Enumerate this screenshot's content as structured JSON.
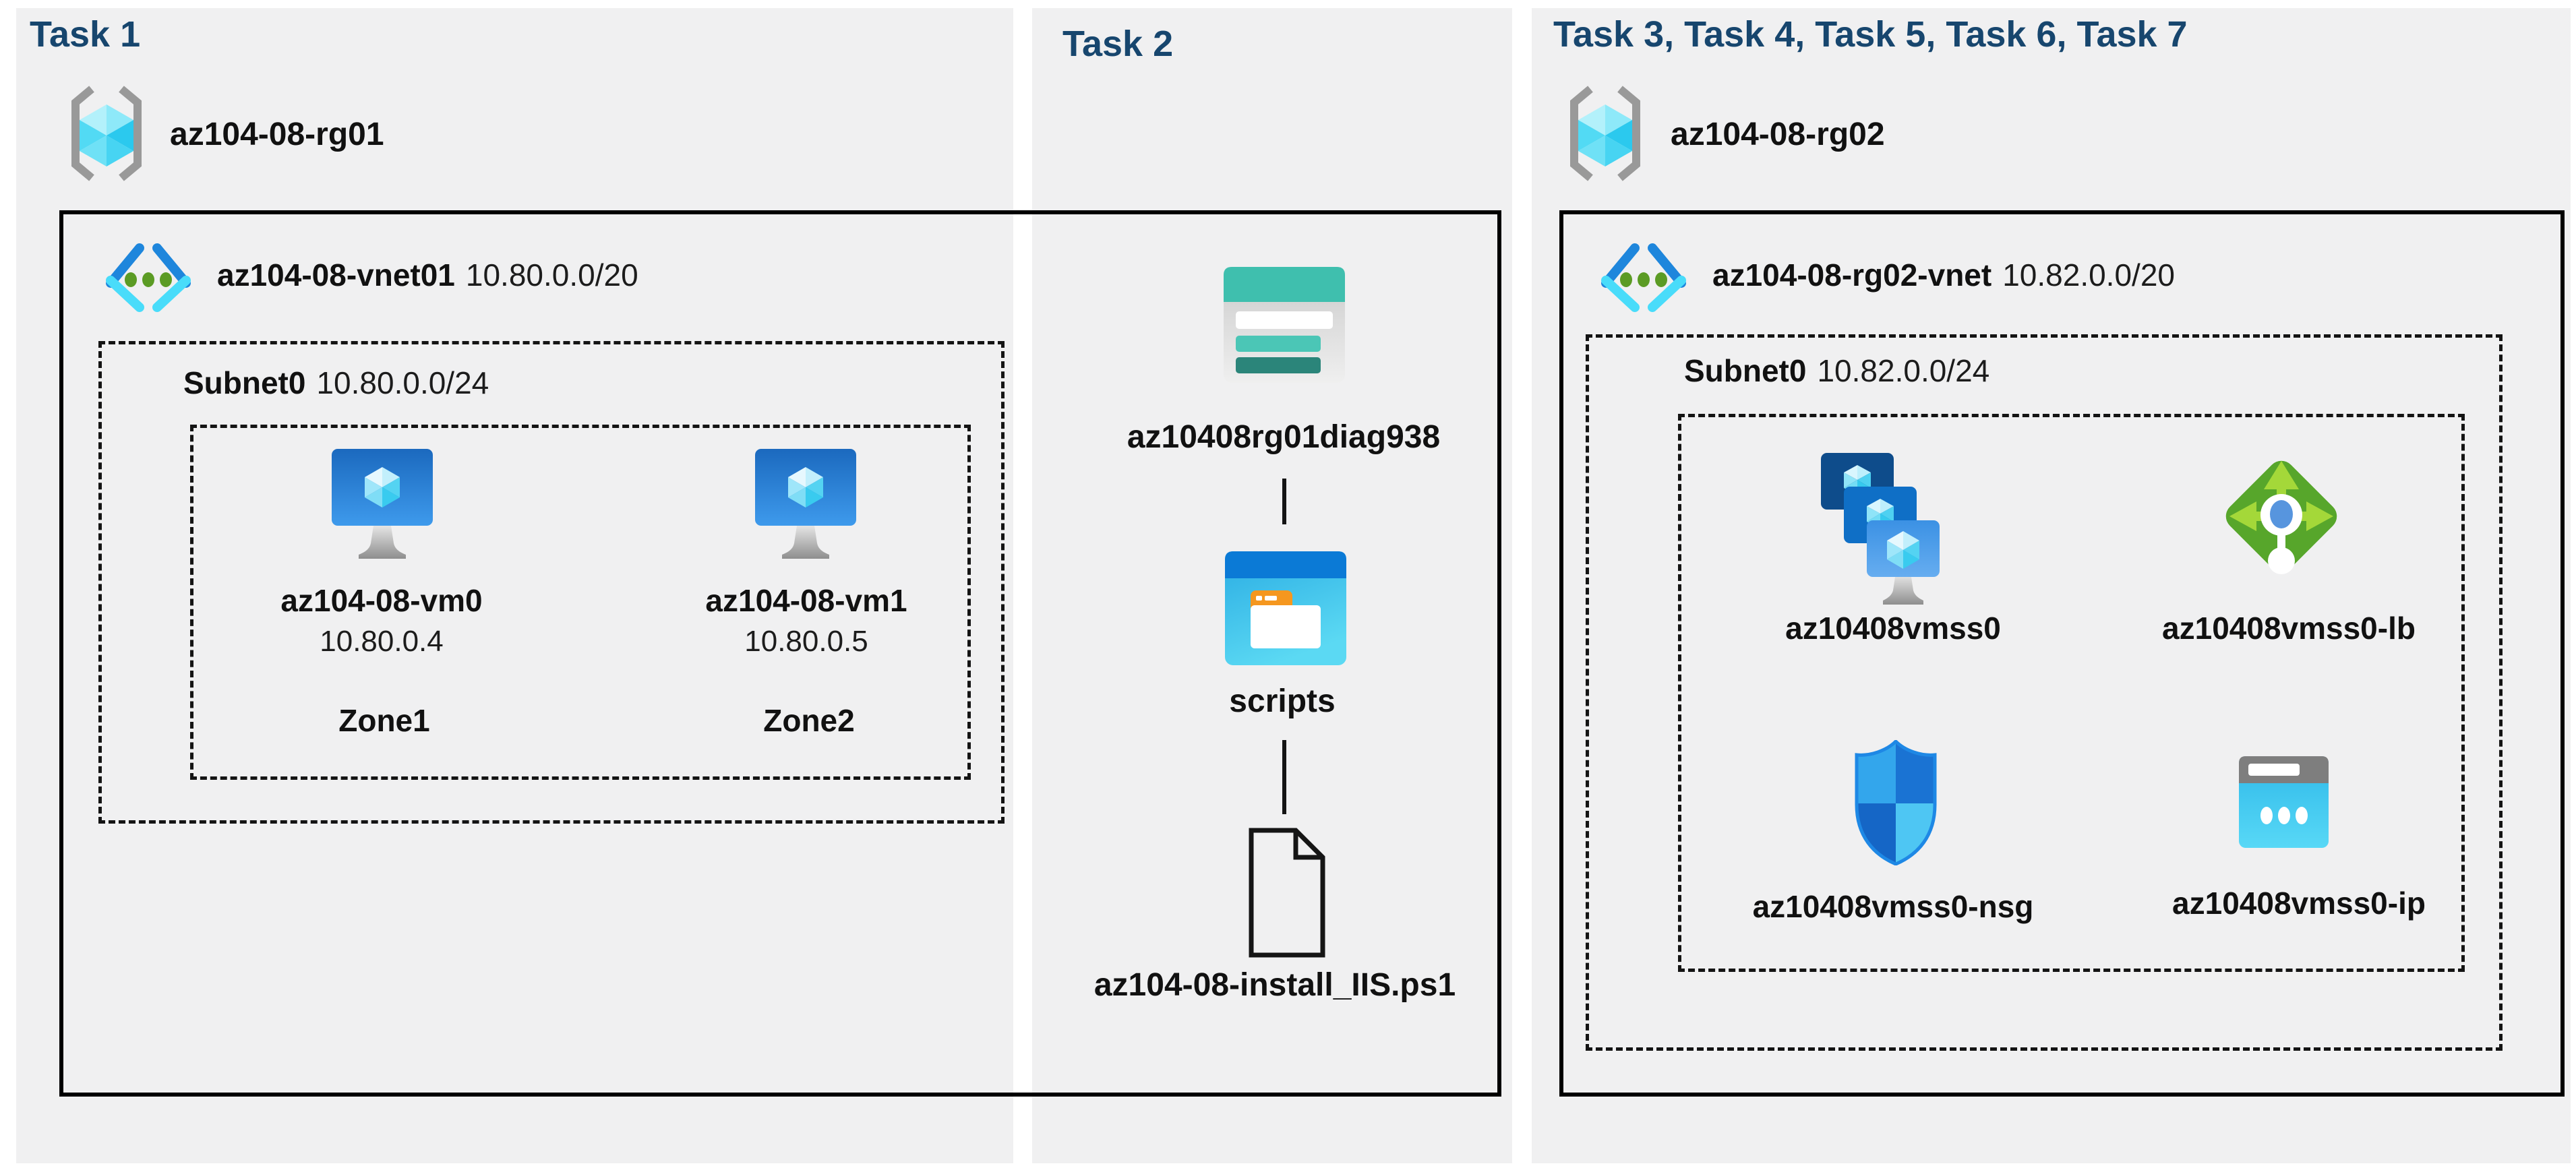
{
  "titles": {
    "task1": "Task 1",
    "task2": "Task 2",
    "task3": "Task 3, Task 4, Task 5, Task 6, Task 7"
  },
  "left": {
    "resource_group": "az104-08-rg01",
    "vnet": {
      "name": "az104-08-vnet01",
      "cidr": "10.80.0.0/20"
    },
    "subnet": {
      "name": "Subnet0",
      "cidr": "10.80.0.0/24"
    },
    "vms": [
      {
        "name": "az104-08-vm0",
        "ip": "10.80.0.4",
        "zone": "Zone1"
      },
      {
        "name": "az104-08-vm1",
        "ip": "10.80.0.5",
        "zone": "Zone2"
      }
    ]
  },
  "middle": {
    "storage_account": "az10408rg01diag938",
    "container": "scripts",
    "file": "az104-08-install_IIS.ps1"
  },
  "right": {
    "resource_group": "az104-08-rg02",
    "vnet": {
      "name": "az104-08-rg02-vnet",
      "cidr": "10.82.0.0/20"
    },
    "subnet": {
      "name": "Subnet0",
      "cidr": "10.82.0.0/24"
    },
    "vmss": "az10408vmss0",
    "load_balancer": "az10408vmss0-lb",
    "nsg": "az10408vmss0-nsg",
    "public_ip": "az10408vmss0-ip"
  },
  "icons": [
    "resource-group-icon",
    "virtual-network-icon",
    "virtual-machine-icon",
    "storage-account-icon",
    "blob-container-icon",
    "file-icon",
    "vm-scale-set-icon",
    "load-balancer-icon",
    "nsg-icon",
    "public-ip-icon"
  ],
  "colors": {
    "title_text": "#17466E",
    "panel_background": "#F0F0F1",
    "page_background": "#FFFFFF",
    "border": "#000000",
    "vm_blue": "#2E86DC",
    "crystal_cyan": "#7FDFF6",
    "storage_teal": "#3FBFAE",
    "container_blue": "#0B7AD6",
    "folder_tab_orange": "#F5971F",
    "lb_green": "#57A62B",
    "lb_arrow_green": "#A4D839",
    "nsg_blue": "#1A73D3",
    "public_ip_cyan": "#2EB9E9",
    "vnet_dot_green": "#5B9B24",
    "bracket_gray": "#999999"
  }
}
